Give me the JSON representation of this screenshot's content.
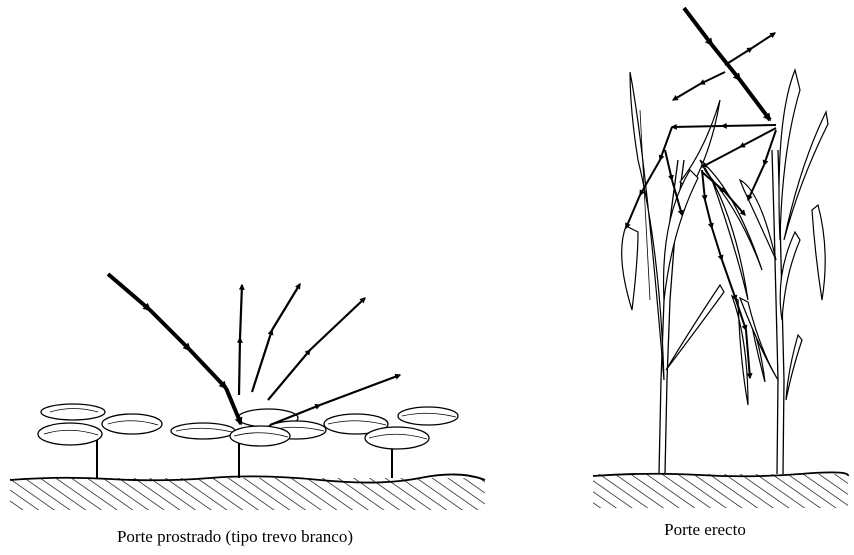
{
  "panels": [
    {
      "id": "prostrate",
      "caption": "Porte prostrado (tipo trevo branco)"
    },
    {
      "id": "erect",
      "caption": "Porte erecto"
    }
  ],
  "colors": {
    "ink": "#000000",
    "paper": "#ffffff"
  }
}
